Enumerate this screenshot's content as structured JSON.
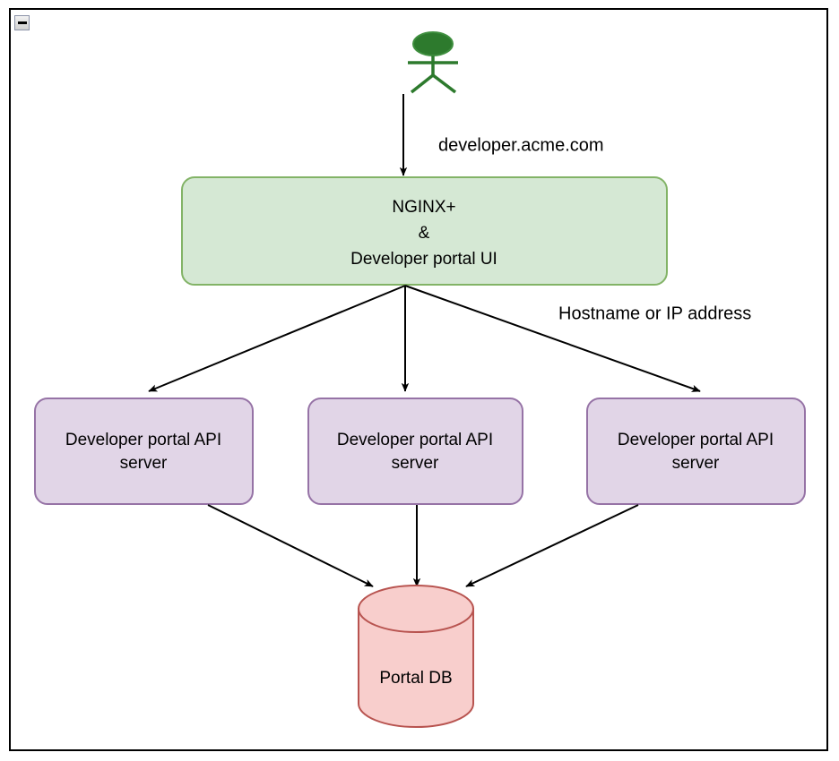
{
  "frame": {
    "collapse_icon": "minus-icon",
    "border_color": "#000000"
  },
  "colors": {
    "green_fill": "#d5e8d4",
    "green_stroke": "#82b366",
    "purple_fill": "#e1d5e7",
    "purple_stroke": "#9673a6",
    "pink_fill": "#f8cecc",
    "pink_stroke": "#b85450",
    "actor_color": "#2d7a2d",
    "connector_color": "#000000"
  },
  "nodes": {
    "actor": {
      "name": "user-actor",
      "shape": "stick-figure"
    },
    "gateway": {
      "line1": "NGINX+",
      "line2": "&",
      "line3": "Developer portal UI",
      "shape": "rounded-rectangle"
    },
    "api_servers": [
      {
        "line1": "Developer portal API",
        "line2": "server"
      },
      {
        "line1": "Developer portal API",
        "line2": "server"
      },
      {
        "line1": "Developer portal API",
        "line2": "server"
      }
    ],
    "database": {
      "label": "Portal DB",
      "shape": "cylinder"
    }
  },
  "edge_labels": {
    "actor_to_gateway": "developer.acme.com",
    "gateway_to_api": "Hostname or IP address"
  }
}
